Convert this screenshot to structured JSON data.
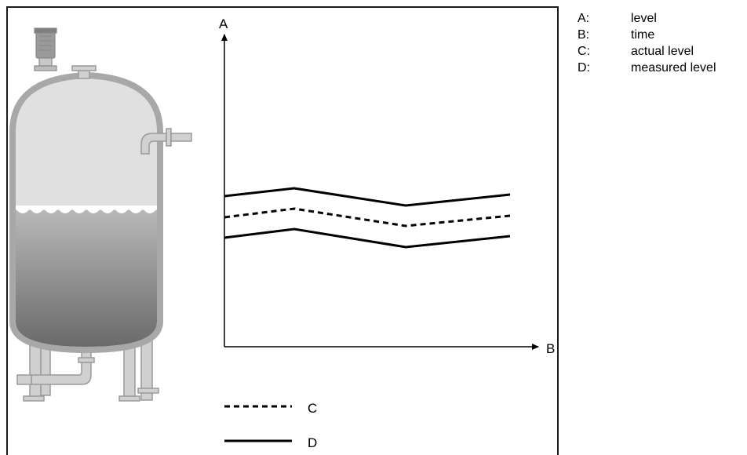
{
  "axes": {
    "y_letter": "A",
    "x_letter": "B"
  },
  "series_keys": {
    "dashed": "C",
    "solid": "D"
  },
  "legend": [
    {
      "key": "A:",
      "text": "level"
    },
    {
      "key": "B:",
      "text": "time"
    },
    {
      "key": "C:",
      "text": "actual level"
    },
    {
      "key": "D:",
      "text": "measured level"
    }
  ],
  "colors": {
    "frame": "#1a1a1a",
    "tank_shell": "#a6a6a6",
    "tank_inner": "#e1e1e1",
    "liquid_top": "#b4b4b4",
    "liquid_bottom": "#6e6e6e",
    "line": "#000000"
  }
}
